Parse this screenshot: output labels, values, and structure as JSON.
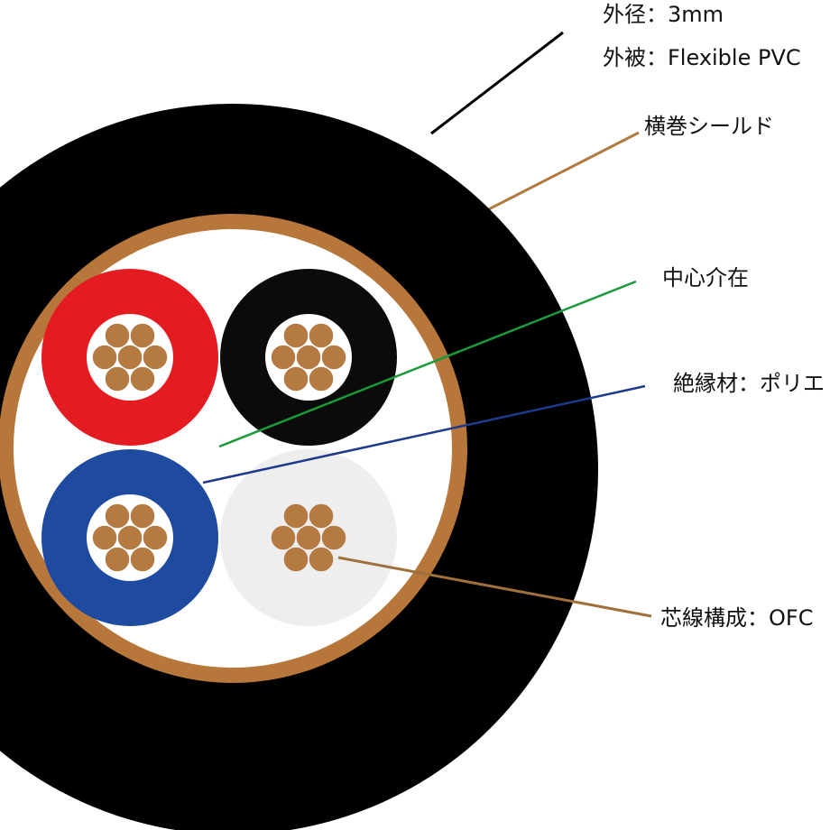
{
  "labels": {
    "outer_diameter": "外径：3mm",
    "jacket": "外被：Flexible PVC",
    "shield": "横巻シールド",
    "filler": "中心介在",
    "insulation": "絶縁材：ポリエ",
    "conductor": "芯線構成：OFC"
  },
  "colors": {
    "jacket": "#000000",
    "shield": "#b8773a",
    "filler": "#ffffff",
    "copper": "#b47a42",
    "conductor_red": "#e51b22",
    "conductor_black": "#0b0b0b",
    "conductor_blue": "#1e4aa0",
    "conductor_white": "#eeeeee",
    "leader_jacket": "#000000",
    "leader_shield": "#b07a40",
    "leader_filler": "#1a9a3a",
    "leader_insulation": "#1f3a8c",
    "leader_conductor": "#a0703c"
  },
  "conductors": [
    {
      "name": "red",
      "color_key": "conductor_red"
    },
    {
      "name": "black",
      "color_key": "conductor_black"
    },
    {
      "name": "blue",
      "color_key": "conductor_blue"
    },
    {
      "name": "white",
      "color_key": "conductor_white"
    }
  ]
}
